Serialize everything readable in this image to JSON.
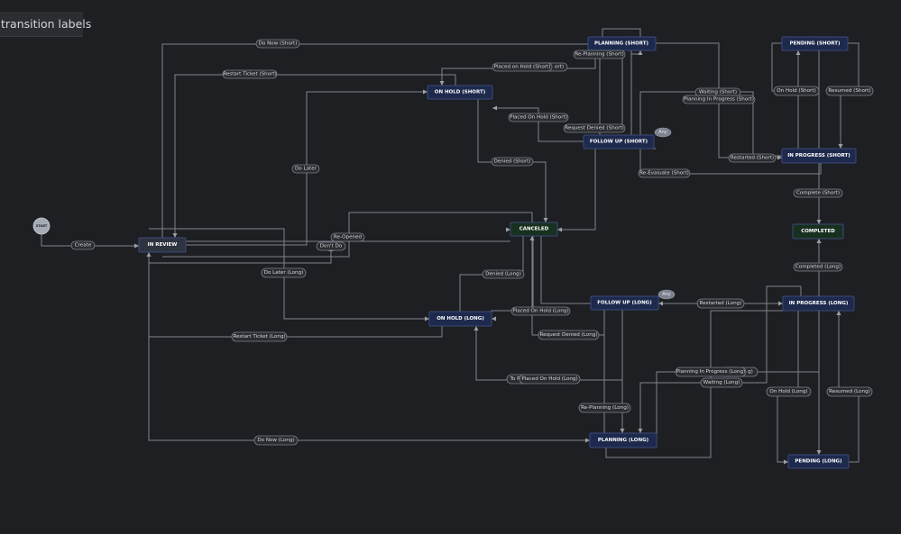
{
  "window": {
    "tab_title": "transition labels"
  },
  "colors": {
    "background": "#1e1f23",
    "node_fill": "#1d2a4d",
    "node_border": "#3b4a78",
    "review_fill": "#2e3340",
    "canceled_fill": "#18301f",
    "completed_fill": "#18301f",
    "selected_border": "#c9d8ff",
    "edge": "#7d838c"
  },
  "nodes": {
    "start": "START",
    "in_review": "IN REVIEW",
    "planning_short": "PLANNING (SHORT)",
    "pending_short": "PENDING (SHORT)",
    "on_hold_short": "ON HOLD (SHORT)",
    "follow_up_short": "FOLLOW UP (SHORT)",
    "in_progress_short": "IN PROGRESS (SHORT)",
    "canceled": "CANCELED",
    "completed": "COMPLETED",
    "follow_up_long": "FOLLOW UP (LONG)",
    "in_progress_long": "IN PROGRESS (LONG)",
    "on_hold_long": "ON HOLD (LONG)",
    "planning_long": "PLANNING (LONG)",
    "pending_long": "PENDING (LONG)"
  },
  "any_labels": [
    "Any",
    "Any"
  ],
  "edge_labels": {
    "do_now_short": "Do Now (Short)",
    "restart_ticket_short": "Restart Ticket (Short)",
    "placed_on_hold_short_top": "Placed on Hold (Short)",
    "placed_on_hold_short_top_overlap": "ort)",
    "re_planning_short": "Re-Planning (Short)",
    "placed_on_hold_short": "Placed On Hold (Short)",
    "request_denied_short": "Request Denied (Short)",
    "do_later": "Do Later",
    "denied_short": "Denied (Short)",
    "waiting_short": "Waiting (Short)",
    "planning_in_progress_short": "Planning In Progress (Short)",
    "on_hold_short_label": "On Hold (Short)",
    "resumed_short": "Resumed (Short)",
    "restarted_short": "Restarted (Short)",
    "re_evaluate_short": "Re-Evaluate (Short)",
    "complete_short": "Complete (Short)",
    "create": "Create",
    "re_opened": "Re-Opened",
    "dont_do": "Don't Do",
    "do_later_long": "Do Later (Long)",
    "denied_long": "Denied (Long)",
    "completed_long": "Completed (Long)",
    "placed_on_hold_long": "Placed On Hold (Long)",
    "restarted_long": "Restarted (Long)",
    "request_denied_long": "Request Denied (Long)",
    "restart_ticket_long": "Restart Ticket (Long)",
    "planning_in_progress_long": "Planning In Progress (Long)",
    "planning_in_progress_long_overlap": "g)",
    "waiting_long": "Waiting (Long)",
    "to_p_overlap": "To P",
    "placed_on_hold_long_2": "Placed On Hold (Long)",
    "on_hold_long_label": "On Hold (Long)",
    "resumed_long": "Resumed (Long)",
    "re_planning_long": "Re-Planning (Long)",
    "do_now_long": "Do Now (Long)"
  }
}
